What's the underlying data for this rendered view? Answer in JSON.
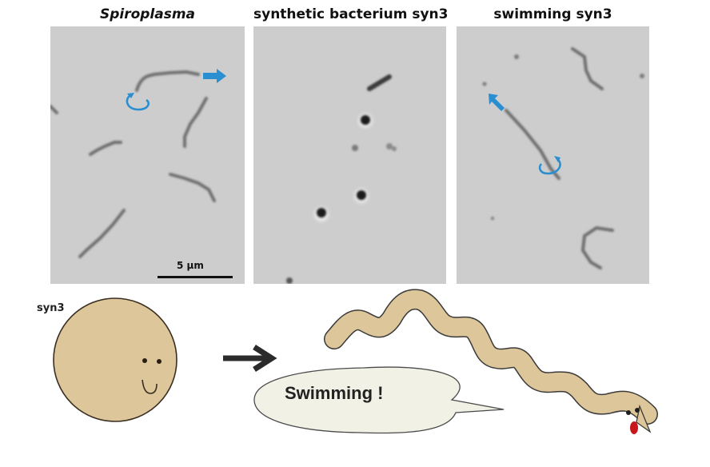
{
  "panels": [
    {
      "title": "Spiroplasma",
      "italic": true
    },
    {
      "title": "synthetic bacterium syn3",
      "italic": false
    },
    {
      "title": "swimming syn3",
      "italic": false
    }
  ],
  "scale_bar": {
    "label": "5 µm"
  },
  "cartoon": {
    "cell_label": "syn3",
    "speech_bubble": "Swimming !"
  },
  "colors": {
    "micrograph_bg": "#cdcdcd",
    "cell_fill": "#dcc69a",
    "annotation_blue": "#2a8fd0",
    "bubble_fill": "#f2f1e6",
    "tongue_red": "#c8161d"
  }
}
